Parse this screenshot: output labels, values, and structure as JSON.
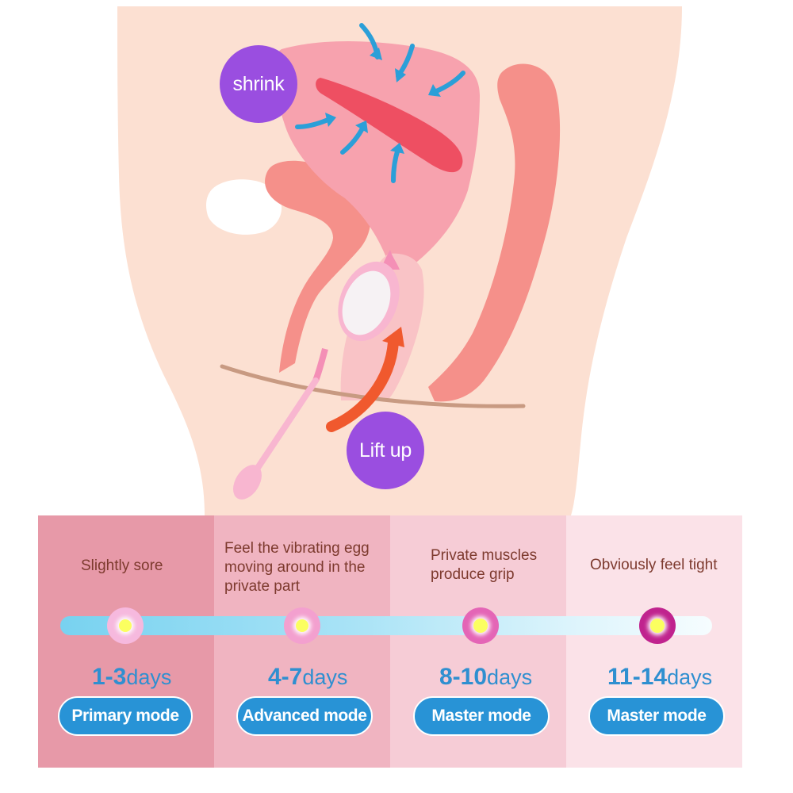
{
  "illustration": {
    "shrink_label": "shrink",
    "lift_label": "Lift up",
    "colors": {
      "skin": "#fce0d2",
      "organ": "#f5908a",
      "uterus": "#f59aa6",
      "arrow_blue": "#2b9fd8",
      "arrow_orange": "#f0592e",
      "bubble": "#9a4ee0"
    },
    "icons": [
      "down-arrow-icon",
      "curved-arrow-icon",
      "vibrating-egg-icon"
    ]
  },
  "timeline": {
    "stages": [
      {
        "description": "Slightly sore",
        "days_number": "1-3",
        "days_unit": "days",
        "mode": "Primary mode",
        "color": "#e799a8"
      },
      {
        "description": "Feel the vibrating egg moving around in the private part",
        "days_number": "4-7",
        "days_unit": "days",
        "mode": "Advanced mode",
        "color": "#f0b4c1"
      },
      {
        "description": "Private muscles produce grip",
        "days_number": "8-10",
        "days_unit": "days",
        "mode": "Master mode",
        "color": "#f6ccd6"
      },
      {
        "description": "Obviously feel tight",
        "days_number": "11-14",
        "days_unit": "days",
        "mode": "Master mode",
        "color": "#fbe2e8"
      }
    ],
    "accent_color": "#2893d6"
  }
}
